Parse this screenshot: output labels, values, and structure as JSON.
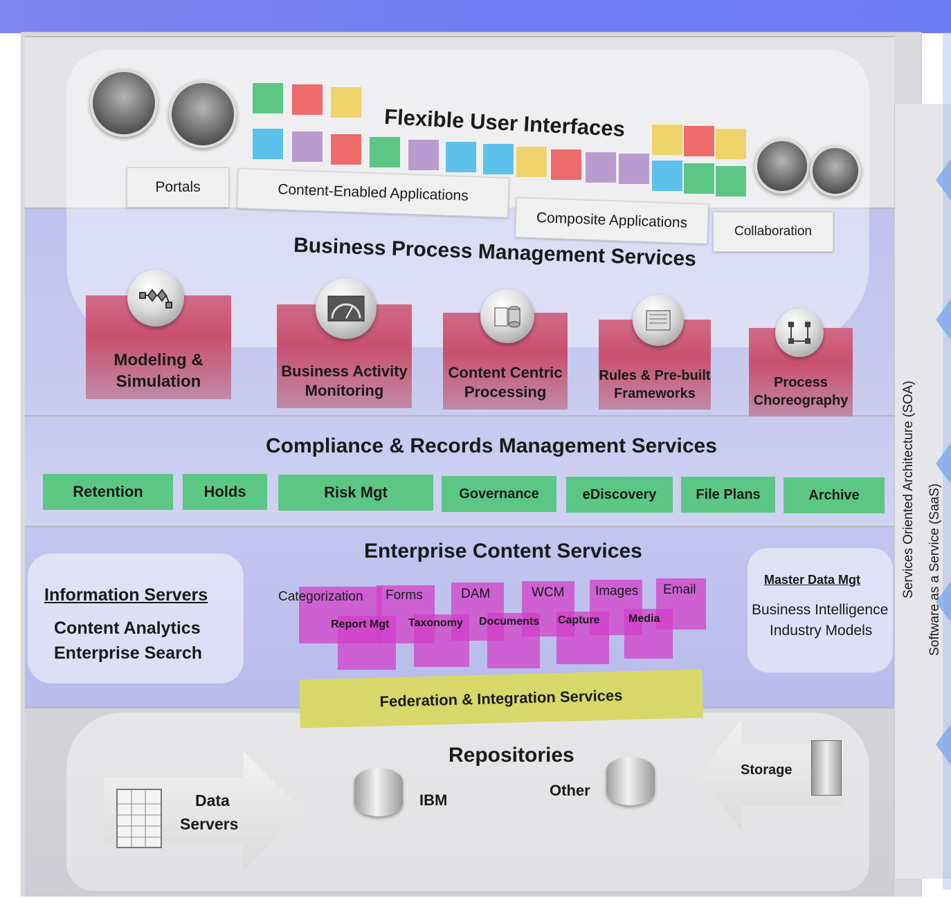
{
  "ui_layer": {
    "title": "Flexible User Interfaces",
    "labels": [
      "Portals",
      "Content-Enabled Applications",
      "Composite Applications",
      "Collaboration"
    ]
  },
  "bpm_layer": {
    "title": "Business Process Management Services",
    "cards": [
      "Modeling & Simulation",
      "Business Activity Monitoring",
      "Content Centric Processing",
      "Rules & Pre-built Frameworks",
      "Process Choreography"
    ]
  },
  "compliance_layer": {
    "title": "Compliance & Records Management Services",
    "items": [
      "Retention",
      "Holds",
      "Risk Mgt",
      "Governance",
      "eDiscovery",
      "File Plans",
      "Archive"
    ]
  },
  "ecs_layer": {
    "title": "Enterprise Content Services",
    "information_servers": {
      "heading": "Information Servers",
      "line1": "Content Analytics",
      "line2": "Enterprise Search"
    },
    "content_types_row1": [
      "Categorization",
      "Forms",
      "DAM",
      "WCM",
      "Images",
      "Email"
    ],
    "content_types_row2": [
      "Report Mgt",
      "Taxonomy",
      "Documents",
      "Capture",
      "Media"
    ],
    "master_data": {
      "heading": "Master Data Mgt",
      "line1": "Business Intelligence",
      "line2": "Industry Models"
    },
    "federation": "Federation & Integration Services"
  },
  "repositories_layer": {
    "title": "Repositories",
    "data_servers_line1": "Data",
    "data_servers_line2": "Servers",
    "ibm": "IBM",
    "other": "Other",
    "storage": "Storage"
  },
  "side_labels": {
    "soa": "Services Oriented Architecture (SOA)",
    "saas": "Software as a Service (SaaS)"
  },
  "colors": {
    "green": "#5cc685",
    "red": "#ee6b6b",
    "yellow": "#eed46a",
    "blue": "#5cc2ec",
    "lavender": "#b99ccf",
    "magenta": "#d23cc8",
    "federation": "#d8d86a"
  }
}
